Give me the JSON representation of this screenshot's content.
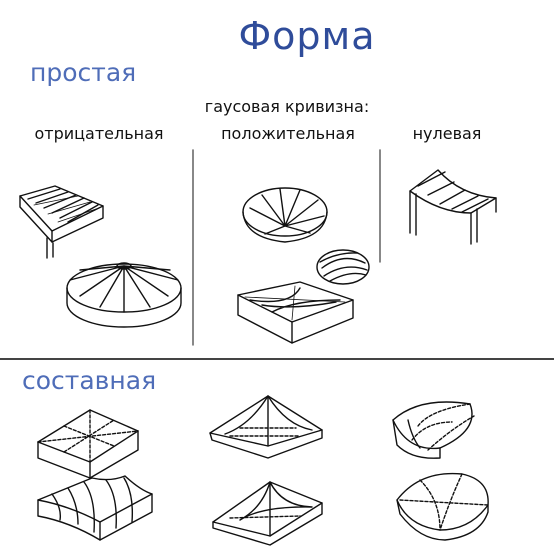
{
  "title": "Форма",
  "section_simple": "простая",
  "gauss_label": "гаусовая кривизна:",
  "columns": [
    "отрицательная",
    "положительная",
    "нулевая"
  ],
  "section_composite": "составная",
  "colors": {
    "title": "#2f4c9a",
    "section": "#4f6db8",
    "lines": "#111111",
    "divider": "#444444"
  }
}
